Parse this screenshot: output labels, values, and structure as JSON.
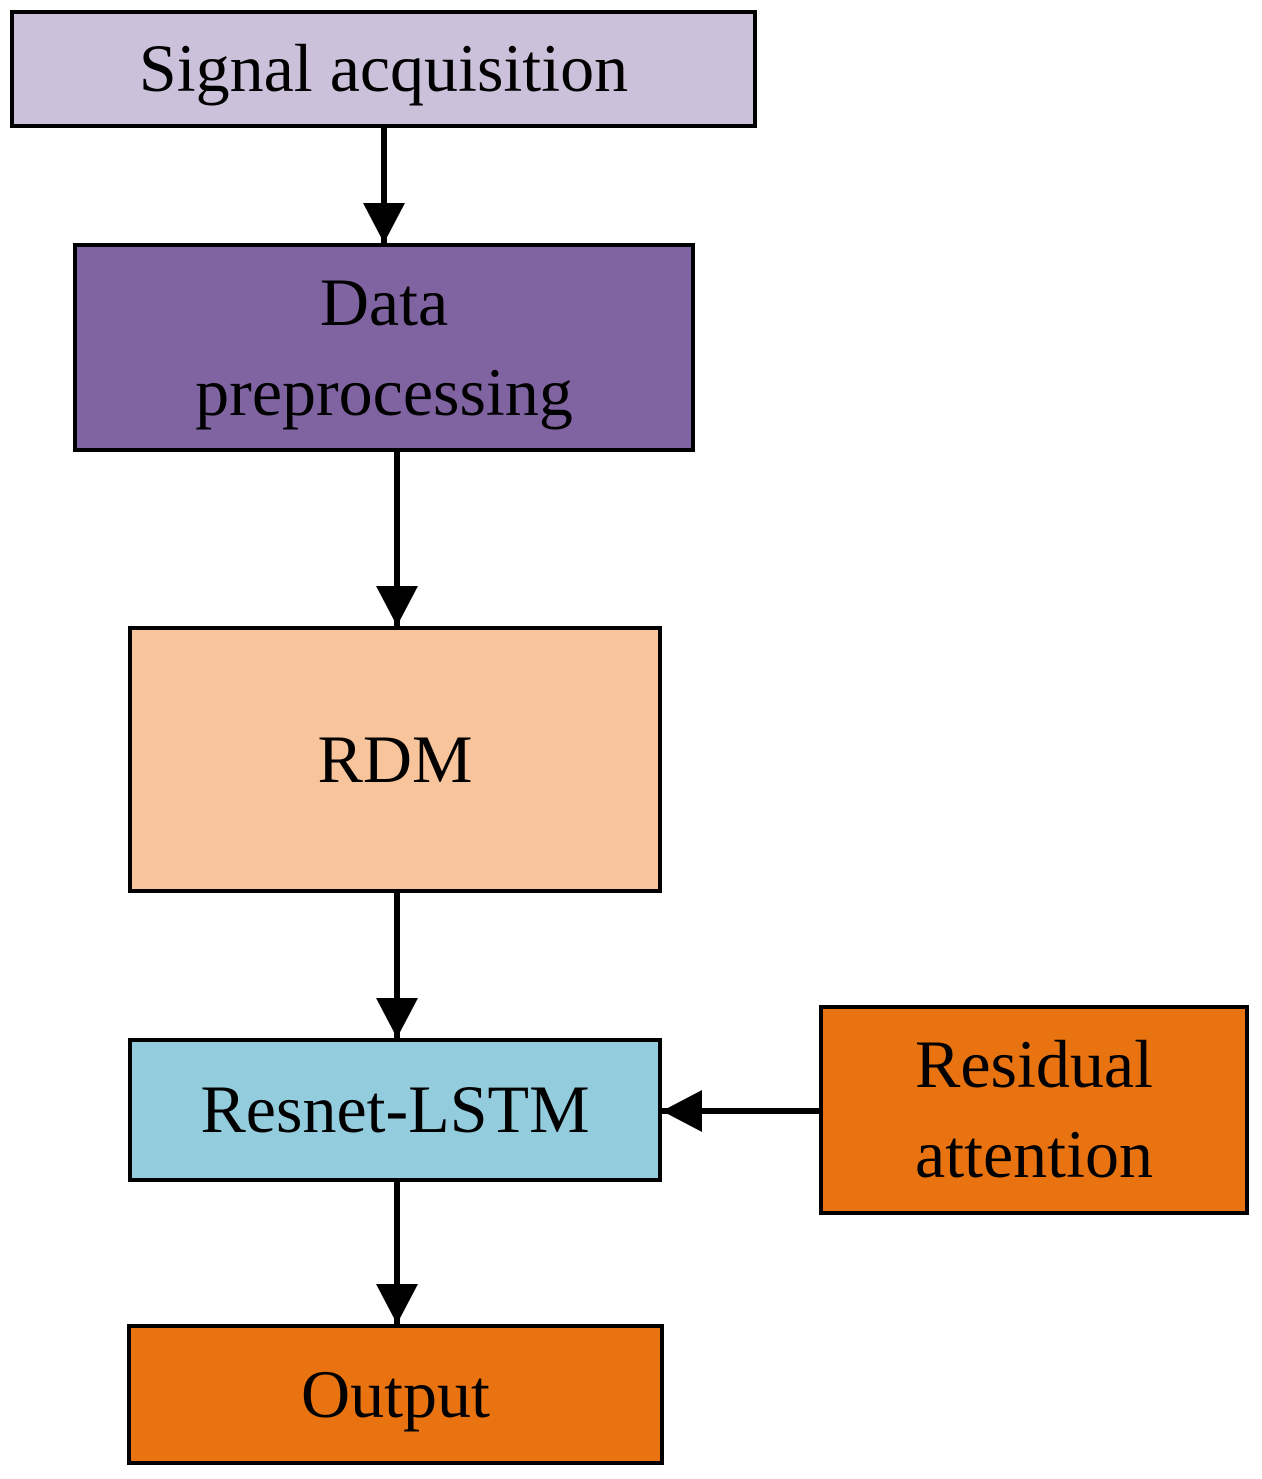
{
  "nodes": {
    "signal_acquisition": {
      "label": "Signal acquisition",
      "fill": "#CCC1DA"
    },
    "data_preprocessing": {
      "line1": "Data",
      "line2": "preprocessing",
      "fill": "#8064A2"
    },
    "rdm": {
      "label": "RDM",
      "fill": "#F8C49C"
    },
    "resnet_lstm": {
      "label": "Resnet-LSTM",
      "fill": "#93CDDD"
    },
    "residual_attention": {
      "line1": "Residual",
      "line2": "attention",
      "fill": "#E97311"
    },
    "output": {
      "label": "Output",
      "fill": "#E97311"
    }
  },
  "edges": [
    {
      "from": "signal_acquisition",
      "to": "data_preprocessing"
    },
    {
      "from": "data_preprocessing",
      "to": "rdm"
    },
    {
      "from": "rdm",
      "to": "resnet_lstm"
    },
    {
      "from": "residual_attention",
      "to": "resnet_lstm"
    },
    {
      "from": "resnet_lstm",
      "to": "output"
    }
  ],
  "colors": {
    "stroke": "#000000",
    "text": "#000000"
  }
}
